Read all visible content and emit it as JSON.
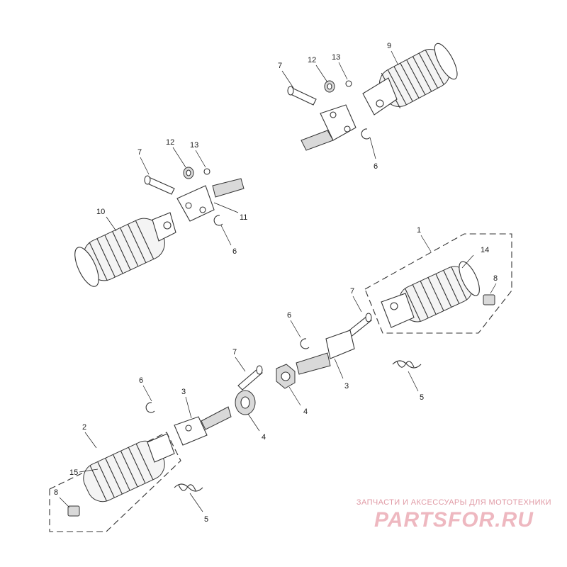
{
  "diagram": {
    "callouts": {
      "c1": "1",
      "c2": "2",
      "c3a": "3",
      "c3b": "3",
      "c4a": "4",
      "c4b": "4",
      "c5a": "5",
      "c5b": "5",
      "c6a": "6",
      "c6b": "6",
      "c6c": "6",
      "c6d": "6",
      "c7a": "7",
      "c7b": "7",
      "c7c": "7",
      "c7d": "7",
      "c8a": "8",
      "c8b": "8",
      "c9": "9",
      "c10": "10",
      "c11": "11",
      "c12a": "12",
      "c12b": "12",
      "c13a": "13",
      "c13b": "13",
      "c14": "14",
      "c15": "15"
    }
  },
  "watermark": {
    "tagline": "ЗАПЧАСТИ И АКСЕССУАРЫ ДЛЯ МОТОТЕХНИКИ",
    "logo": "PARTSFOR.RU"
  }
}
